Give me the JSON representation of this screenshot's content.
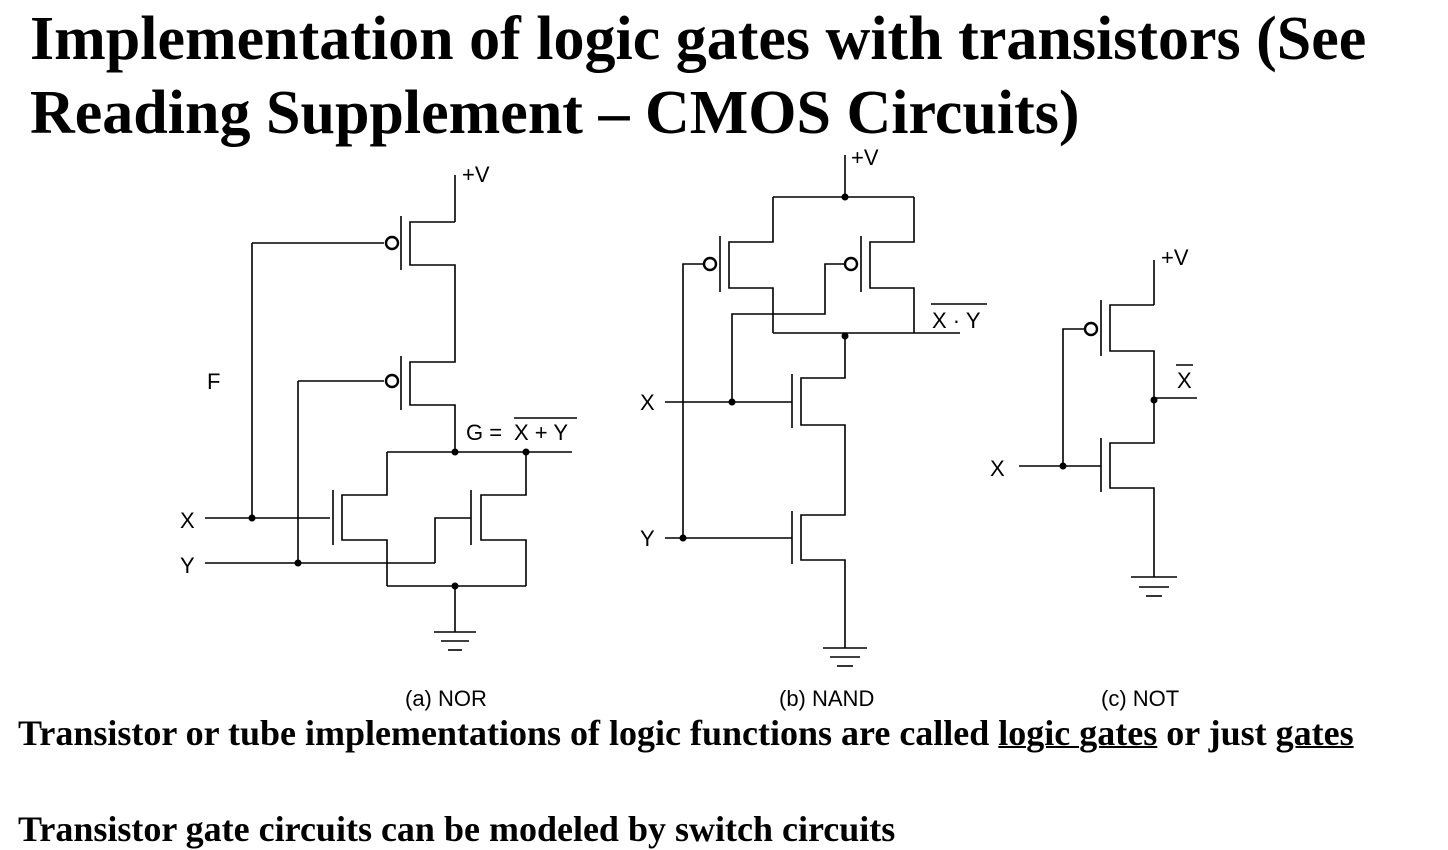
{
  "title": "Implementation of logic gates with transistors (See Reading  Supplement – CMOS Circuits)",
  "circuits": {
    "nor": {
      "caption": "(a) NOR",
      "supply": "+V",
      "f_label": "F",
      "output_prefix": "G = ",
      "output_expr": "X + Y",
      "x_label": "X",
      "y_label": "Y"
    },
    "nand": {
      "caption": "(b) NAND",
      "supply": "+V",
      "output_expr": "X · Y",
      "x_label": "X",
      "y_label": "Y"
    },
    "not": {
      "caption": "(c) NOT",
      "supply": "+V",
      "output_expr": "X",
      "x_label": "X"
    }
  },
  "body_text": {
    "line1_pre": "Transistor or tube implementations of logic functions are called ",
    "line1_u1": "logic gates",
    "line1_mid": " or just ",
    "line1_u2": "gates",
    "line2": "Transistor gate circuits can be modeled by switch circuits"
  }
}
